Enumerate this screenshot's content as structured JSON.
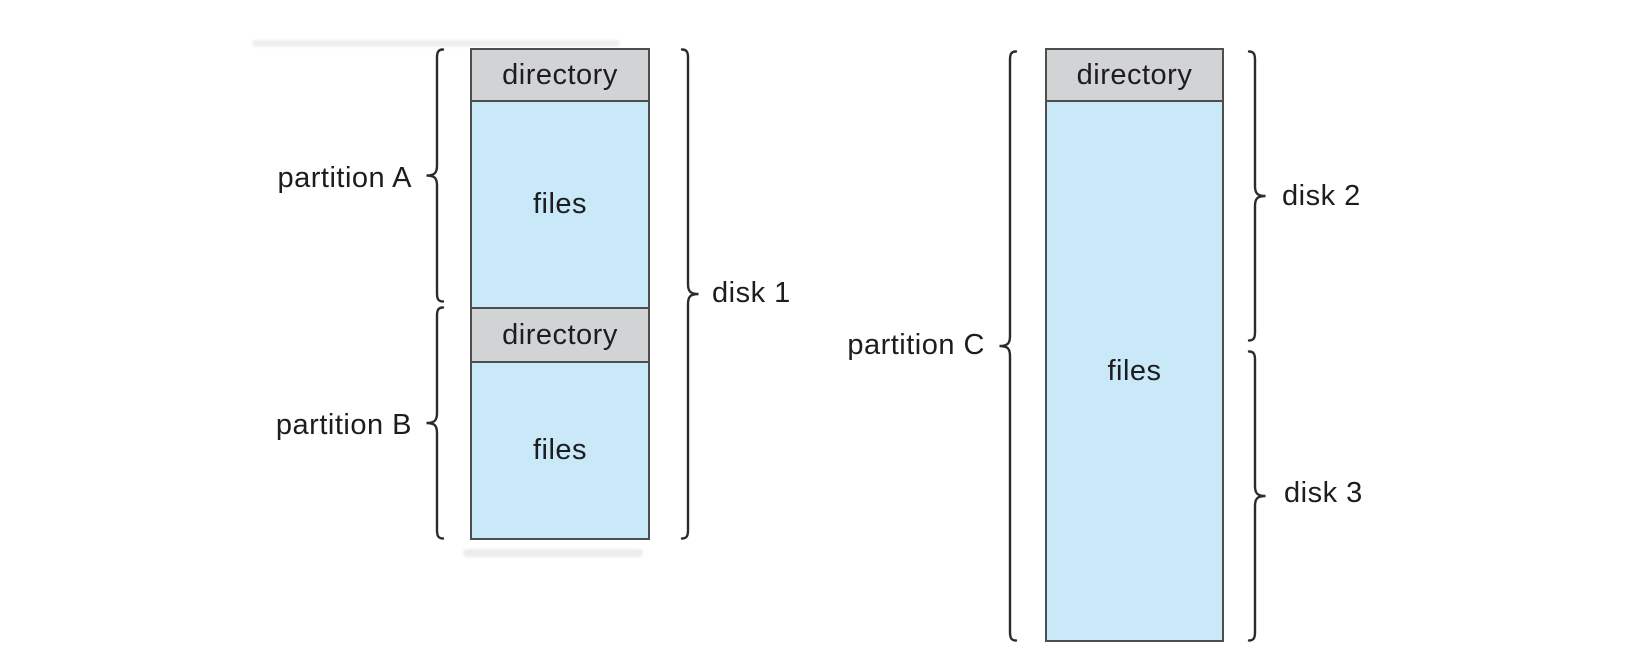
{
  "figure": {
    "description": "File-system organization diagram: partitions and directories on disks",
    "colors": {
      "directory_fill": "#d2d3d5",
      "files_fill": "#c9e8f8",
      "box_border": "#4d4e50",
      "line_color": "#2b2b2d",
      "text_color": "#1d1d1f",
      "background": "#ffffff"
    },
    "disk1_stack": {
      "segments": [
        {
          "kind": "directory",
          "label": "directory"
        },
        {
          "kind": "files",
          "label": "files"
        },
        {
          "kind": "directory",
          "label": "directory"
        },
        {
          "kind": "files",
          "label": "files"
        }
      ]
    },
    "disk23_stack": {
      "segments": [
        {
          "kind": "directory",
          "label": "directory"
        },
        {
          "kind": "files",
          "label": "files"
        }
      ]
    },
    "annotations": {
      "partition_a": "partition A",
      "partition_b": "partition B",
      "partition_c": "partition C",
      "disk_1": "disk 1",
      "disk_2": "disk 2",
      "disk_3": "disk 3"
    }
  }
}
